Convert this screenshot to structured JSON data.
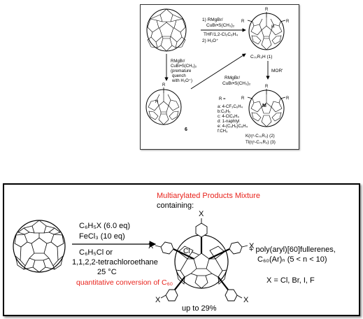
{
  "top_scheme": {
    "conditions_step1": {
      "line1": "1) RMgBr/",
      "line2": "CuBr•S(CH₃)₂",
      "line3": "THF/1,2-Cl₂C₆H₄",
      "line4": "2) H₃O⁺"
    },
    "product_1_label": "C₇₀R₃H (1)",
    "mor_reagent": "MOR'",
    "premature_conditions": [
      "RMgBr/",
      "CuBr•S(CH₃)₂",
      "(premature",
      "quench",
      "with H₃O⁺)"
    ],
    "step_6_to_product": [
      "RMgBr/",
      "CuBr•S(CH₃)₂"
    ],
    "compound_6_label": "6",
    "atom_r": "R",
    "atom_h": "H",
    "atom_m": "M",
    "r_definition_title": "R =",
    "r_groups": [
      "a: 4-CF₃C₆H₄",
      "b:C₆H₅",
      "c: 4-ClC₆H₄",
      "d: 1-naphtyl",
      "e: 4-(C₆H₅)C₆H₄",
      "f:CH₃"
    ],
    "product_2_label": "K(η⁵-C₇₀R₃) (2)",
    "product_3_label": "Tl(η⁵-C₇₀R₃) (3)"
  },
  "bottom_scheme": {
    "header_red": "Multiarylated Products Mixture",
    "header_black": "containing:",
    "reagent_1": "C₆H₅X (6.0 eq)",
    "reagent_2": "FeCl₃ (10 eq)",
    "solvent_1": "C₆H₅Cl or",
    "solvent_2": "1,1,2,2-tetrachloroethane",
    "temperature": "25 °C",
    "conversion_note": "quantitative conversion of C₆₀",
    "substituent_x": "X",
    "chlorine_label": "Cl",
    "plus_text": "+ poly(aryl)[60]fullerenes,",
    "formula_text": "C₆₀(Ar)ₙ (5 < n < 10)",
    "x_definition": "X = Cl, Br, I, F",
    "yield_text": "up to 29%"
  },
  "colors": {
    "red_text": "#e8231c",
    "line": "#000000"
  }
}
